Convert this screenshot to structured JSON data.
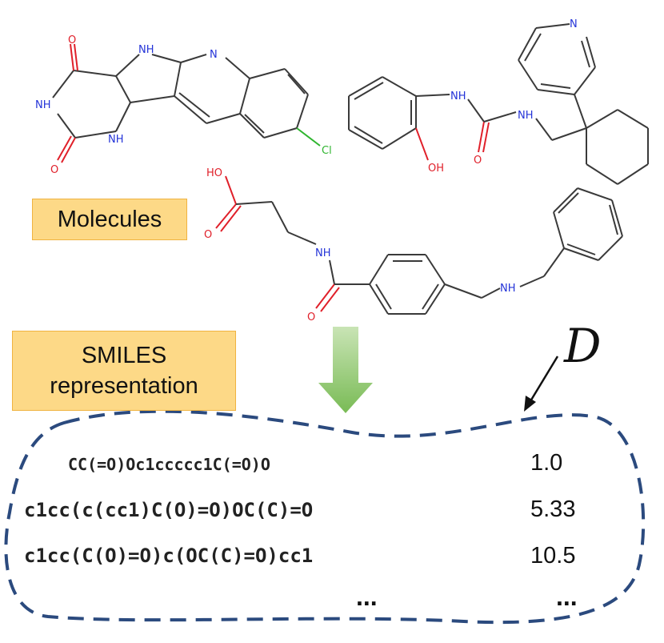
{
  "labels": {
    "molecules": "Molecules",
    "smiles_line1": "SMILES",
    "smiles_line2": "representation",
    "dataset_symbol": "D"
  },
  "rows": [
    {
      "smiles": "CC(=O)Oc1ccccc1C(=O)O",
      "value": "1.0"
    },
    {
      "smiles": "c1cc(c(cc1)C(O)=O)OC(C)=O",
      "value": "5.33"
    },
    {
      "smiles": "c1cc(C(O)=O)c(OC(C)=O)cc1",
      "value": "10.5"
    }
  ],
  "ellipsis": {
    "smiles": "...",
    "value": "..."
  },
  "atoms": {
    "o": "O",
    "nh": "NH",
    "n": "N",
    "cl": "Cl",
    "oh": "OH",
    "ho": "HO"
  },
  "colors": {
    "bond": "#3a3a3a",
    "oxygen": "#e0202a",
    "nitrogen": "#2434d8",
    "chlorine": "#2fb52f",
    "arrow": "#8cc66a",
    "dashed": "#2b4a7e",
    "label_fill": "#fdd987"
  }
}
